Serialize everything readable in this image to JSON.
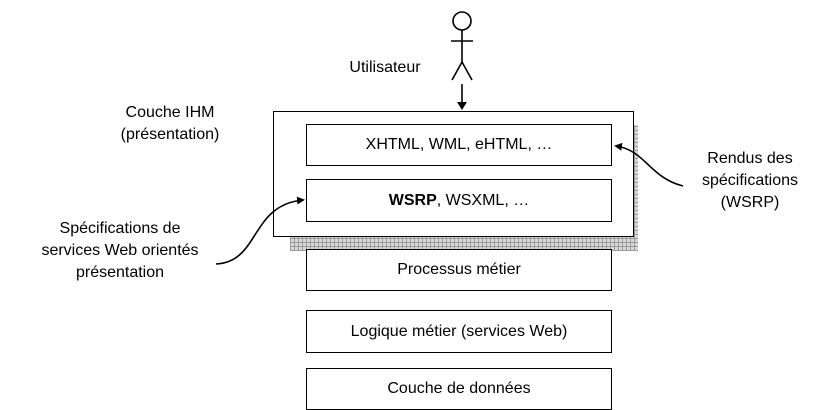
{
  "actor": {
    "name": "Utilisateur"
  },
  "ihm_label": {
    "line1": "Couche IHM",
    "line2": "(présentation)"
  },
  "presentation_layer": {
    "box1": "XHTML, WML, eHTML, …",
    "box2_bold": "WSRP",
    "box2_rest": ", WSXML, …"
  },
  "layers": {
    "process": "Processus métier",
    "logic": "Logique métier (services Web)",
    "data": "Couche de données"
  },
  "right_note": {
    "line1": "Rendus des",
    "line2": "spécifications",
    "line3": "(WSRP)"
  },
  "left_note": {
    "line1": "Spécifications de",
    "line2": "services Web orientés",
    "line3": "présentation"
  }
}
